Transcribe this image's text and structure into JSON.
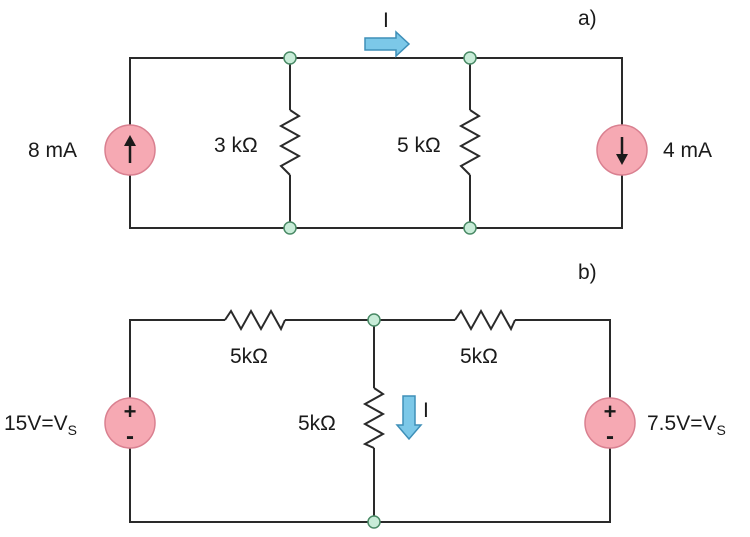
{
  "circuit_a": {
    "label": "a)",
    "source_left": "8 mA",
    "resistor_1": "3 kΩ",
    "resistor_2": "5 kΩ",
    "source_right": "4 mA",
    "current_label": "I",
    "colors": {
      "source_fill": "#f6a9b3",
      "node_fill": "#c8ecd8",
      "current_arrow": "#7cc8e8"
    }
  },
  "circuit_b": {
    "label": "b)",
    "source_left": {
      "value": "15V=V",
      "subscript": "S",
      "plus": "+",
      "minus": "-"
    },
    "resistor_top_left": "5kΩ",
    "resistor_top_right": "5kΩ",
    "resistor_middle": "5kΩ",
    "source_right": {
      "value": "7.5V=V",
      "subscript": "S",
      "plus": "+",
      "minus": "-"
    },
    "current_label": "I"
  }
}
